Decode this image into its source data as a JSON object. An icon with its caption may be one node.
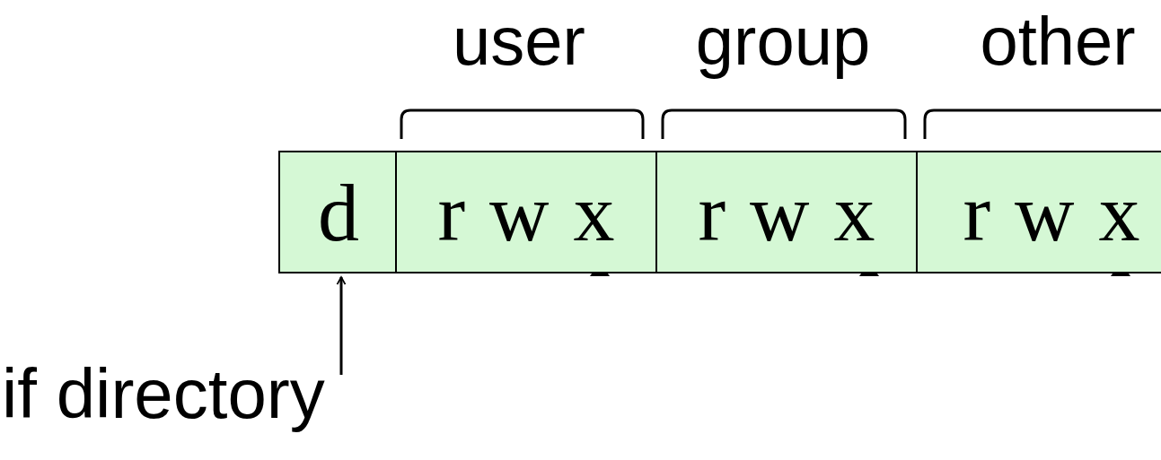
{
  "diagram": {
    "nodes": [
      {
        "text": [
          "d"
        ]
      },
      {
        "text": [
          "r w x"
        ]
      },
      {
        "text": [
          "r w x"
        ]
      },
      {
        "text": [
          "r w x"
        ]
      },
      {
        "text": [
          "if directory"
        ]
      }
    ],
    "edges": [
      {
        "from": 4,
        "to": 0,
        "arrow": "to"
      }
    ],
    "labels": [
      "user",
      "group",
      "other"
    ]
  }
}
